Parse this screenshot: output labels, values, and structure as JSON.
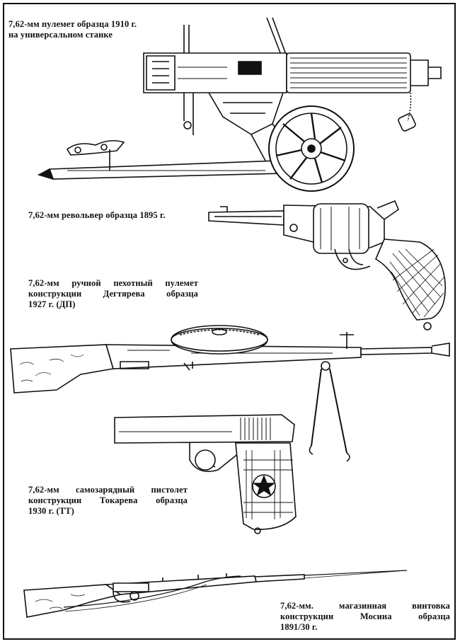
{
  "captions": {
    "maxim": {
      "line1": "7,62-мм пулемет образца 1910 г.",
      "line2": "на универсальном станке"
    },
    "revolver": {
      "line1": "7,62-мм револьвер образца 1895 г."
    },
    "dp": {
      "line1": "7,62-мм ручной пехотный пулемет",
      "line2": "конструкции Дегтярева образца",
      "line3": "1927 г. (ДП)"
    },
    "tt": {
      "line1": "7,62-мм самозарядный пистолет",
      "line2": "конструкции Токарева образца",
      "line3": "1930 г. (ТТ)"
    },
    "mosin": {
      "line1": "7,62-мм. магазинная винтовка",
      "line2": "конструкции Мосина образца",
      "line3": "1891/30 г."
    }
  }
}
